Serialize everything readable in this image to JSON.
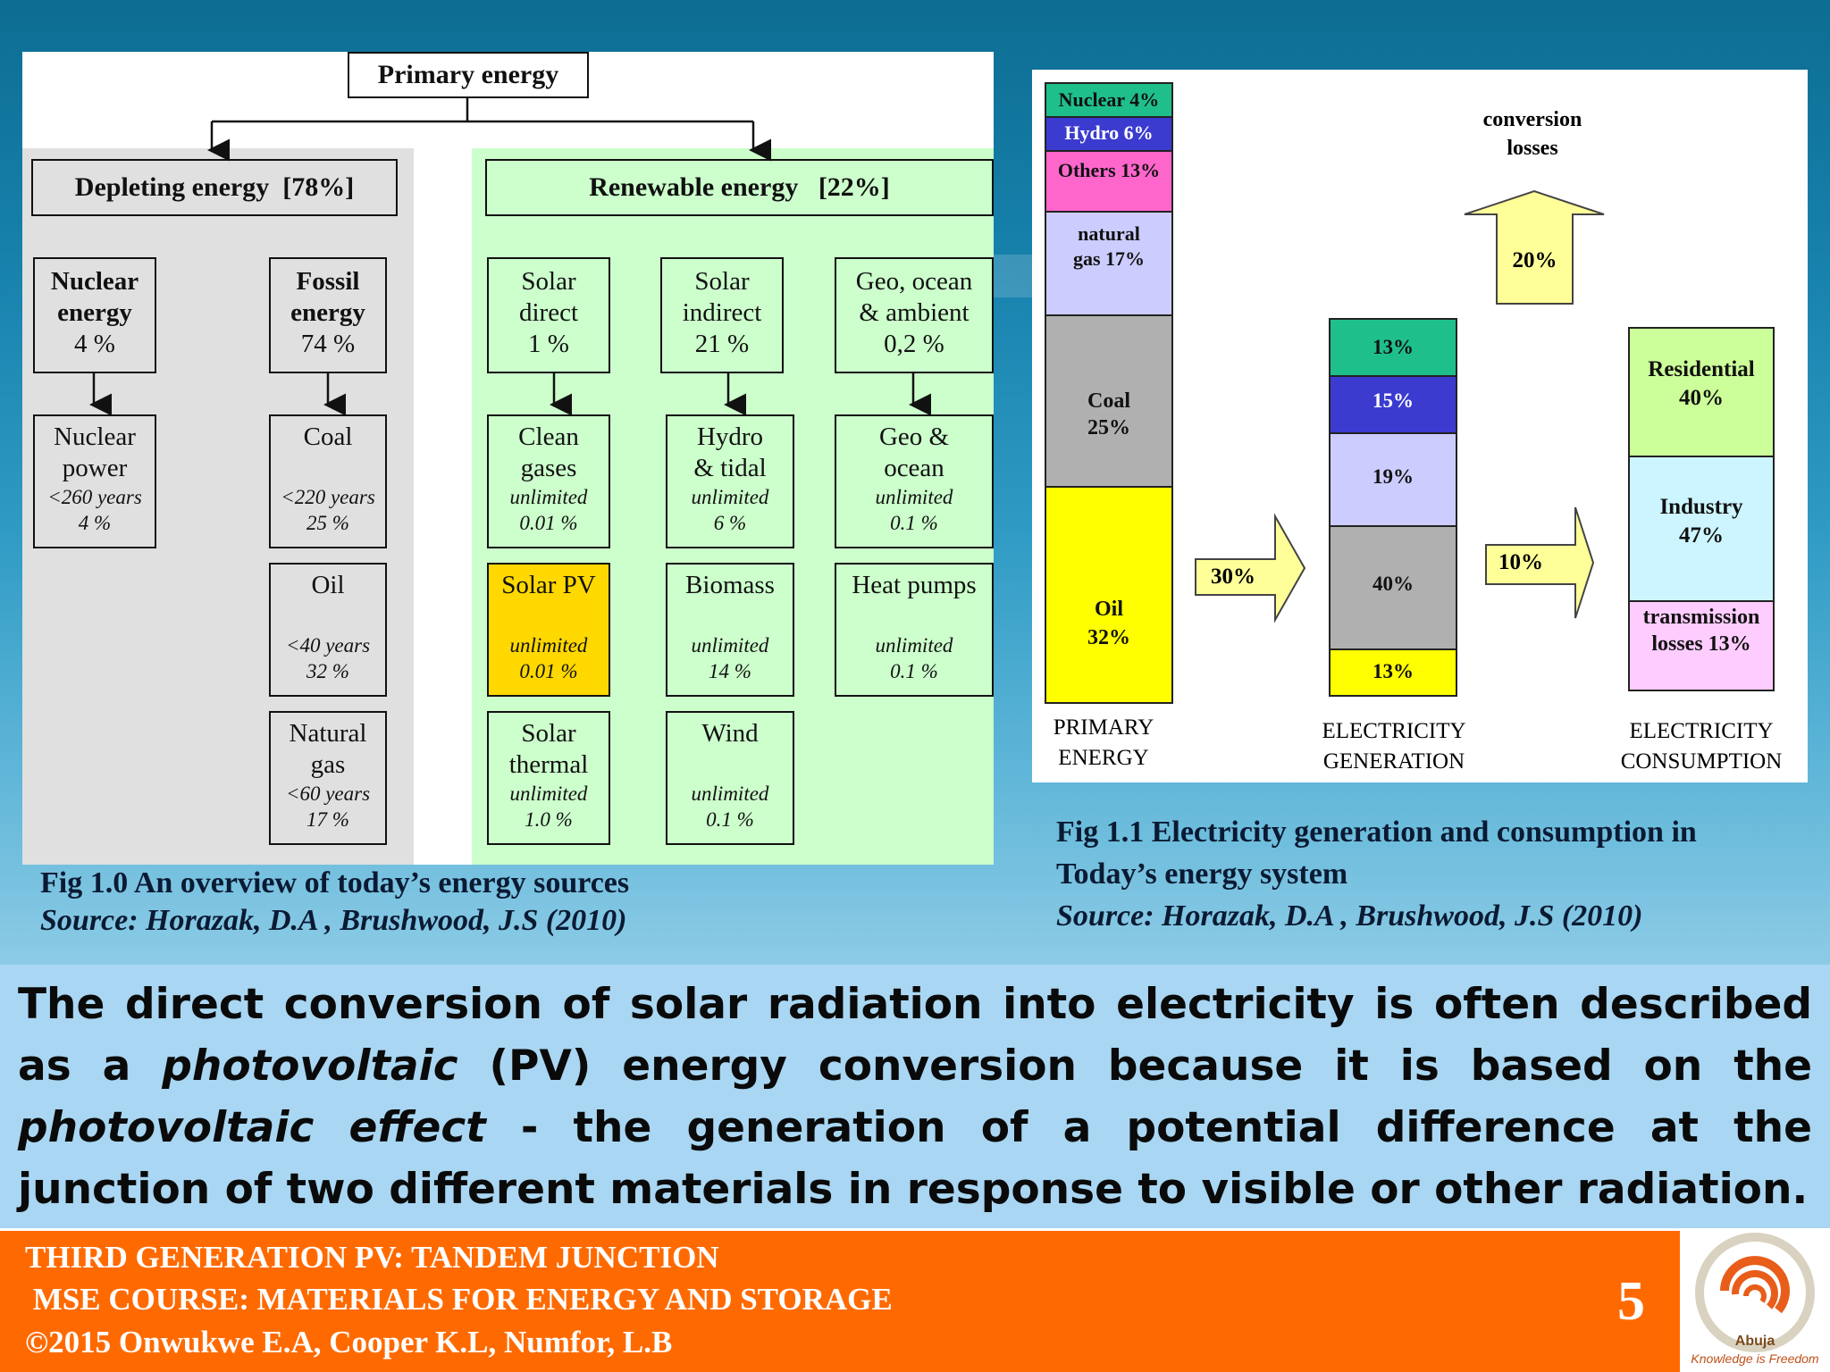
{
  "fig10": {
    "root": "Primary energy",
    "depleting": "Depleting energy  [78%]",
    "renewable": "Renewable energy   [22%]",
    "col_nuclear": [
      "Nuclear",
      "energy",
      "4 %"
    ],
    "col_fossil": [
      "Fossil",
      "energy",
      "74 %"
    ],
    "col_solar_direct": [
      "Solar",
      "direct",
      "1 %"
    ],
    "col_solar_indirect": [
      "Solar",
      "indirect",
      "21 %"
    ],
    "col_geo": [
      "Geo, ocean",
      "& ambient",
      "0,2 %"
    ],
    "nuclear_power": {
      "name": [
        "Nuclear",
        "power"
      ],
      "life": "<260 years",
      "share": "4 %"
    },
    "coal": {
      "name": [
        "Coal"
      ],
      "life": "<220 years",
      "share": "25 %"
    },
    "oil": {
      "name": [
        "Oil"
      ],
      "life": "<40 years",
      "share": "32 %"
    },
    "natural_gas": {
      "name": [
        "Natural",
        "gas"
      ],
      "life": "<60 years",
      "share": "17 %"
    },
    "clean_gases": {
      "name": [
        "Clean",
        "gases"
      ],
      "life": "unlimited",
      "share": "0.01 %"
    },
    "solar_pv": {
      "name": [
        "Solar PV"
      ],
      "life": "unlimited",
      "share": "0.01 %"
    },
    "solar_thermal": {
      "name": [
        "Solar",
        "thermal"
      ],
      "life": "unlimited",
      "share": "1.0 %"
    },
    "hydro_tidal": {
      "name": [
        "Hydro",
        "& tidal"
      ],
      "life": "unlimited",
      "share": "6 %"
    },
    "biomass": {
      "name": [
        "Biomass"
      ],
      "life": "unlimited",
      "share": "14 %"
    },
    "wind": {
      "name": [
        "Wind"
      ],
      "life": "unlimited",
      "share": "0.1 %"
    },
    "geo_ocean": {
      "name": [
        "Geo &",
        "ocean"
      ],
      "life": "unlimited",
      "share": "0.1 %"
    },
    "heat_pumps": {
      "name": [
        "Heat pumps"
      ],
      "life": "unlimited",
      "share": "0.1 %"
    }
  },
  "caption10": {
    "title": "Fig 1.0 An overview of today’s energy sources",
    "source": "Source: Horazak, D.A , Brushwood, J.S (2010)"
  },
  "fig11": {
    "primary_label": [
      "PRIMARY",
      "ENERGY"
    ],
    "generation_label": [
      "ELECTRICITY",
      "GENERATION"
    ],
    "consumption_label": [
      "ELECTRICITY",
      "CONSUMPTION"
    ],
    "conversion_losses": [
      "conversion",
      "losses"
    ],
    "loss_pct": "20%",
    "arrow1_pct": "30%",
    "arrow2_pct": "10%",
    "primary": [
      {
        "label": "Nuclear 4%",
        "color": "#1fbf8c"
      },
      {
        "label": "Hydro 6%",
        "color": "#3b3bd0"
      },
      {
        "label": "Others 13%",
        "color": "#ff66cc"
      },
      {
        "label": "natural gas 17%",
        "color": "#ccccff"
      },
      {
        "label": "Coal 25%",
        "color": "#b0b0b0"
      },
      {
        "label": "Oil 32%",
        "color": "#ffff00"
      }
    ],
    "generation": [
      {
        "label": "13%",
        "color": "#1fbf8c"
      },
      {
        "label": "15%",
        "color": "#3b3bd0"
      },
      {
        "label": "19%",
        "color": "#ccccff"
      },
      {
        "label": "40%",
        "color": "#b0b0b0"
      },
      {
        "label": "13%",
        "color": "#ffff00"
      }
    ],
    "consumption": [
      {
        "label": "Residential 40%",
        "color": "#ccff99"
      },
      {
        "label": "Industry 47%",
        "color": "#ccf5ff"
      },
      {
        "label": "transmission losses 13%",
        "color": "#ffccff"
      }
    ]
  },
  "caption11": {
    "title_line1": "Fig 1.1 Electricity generation and consumption in",
    "title_line2": "Today’s energy system",
    "source": "Source: Horazak, D.A , Brushwood, J.S (2010)"
  },
  "body": {
    "p1": "The direct conversion of solar radiation into electricity is often described as a ",
    "em1": "photovoltaic",
    "p2": " (PV) energy conversion because it is based on the ",
    "em2": "photovoltaic effect",
    "p3": " - the generation of a potential difference at the junction of two different materials in response to visible or other radiation."
  },
  "footer": {
    "line1": "THIRD GENERATION PV: TANDEM JUNCTION",
    "line2": " MSE COURSE: MATERIALS FOR ENERGY AND STORAGE",
    "line3": "©2015 Onwukwe E.A, Cooper K.L, Numfor, L.B",
    "slide_number": "5",
    "logo_text": "Abuja",
    "logo_motto": "Knowledge is Freedom"
  }
}
